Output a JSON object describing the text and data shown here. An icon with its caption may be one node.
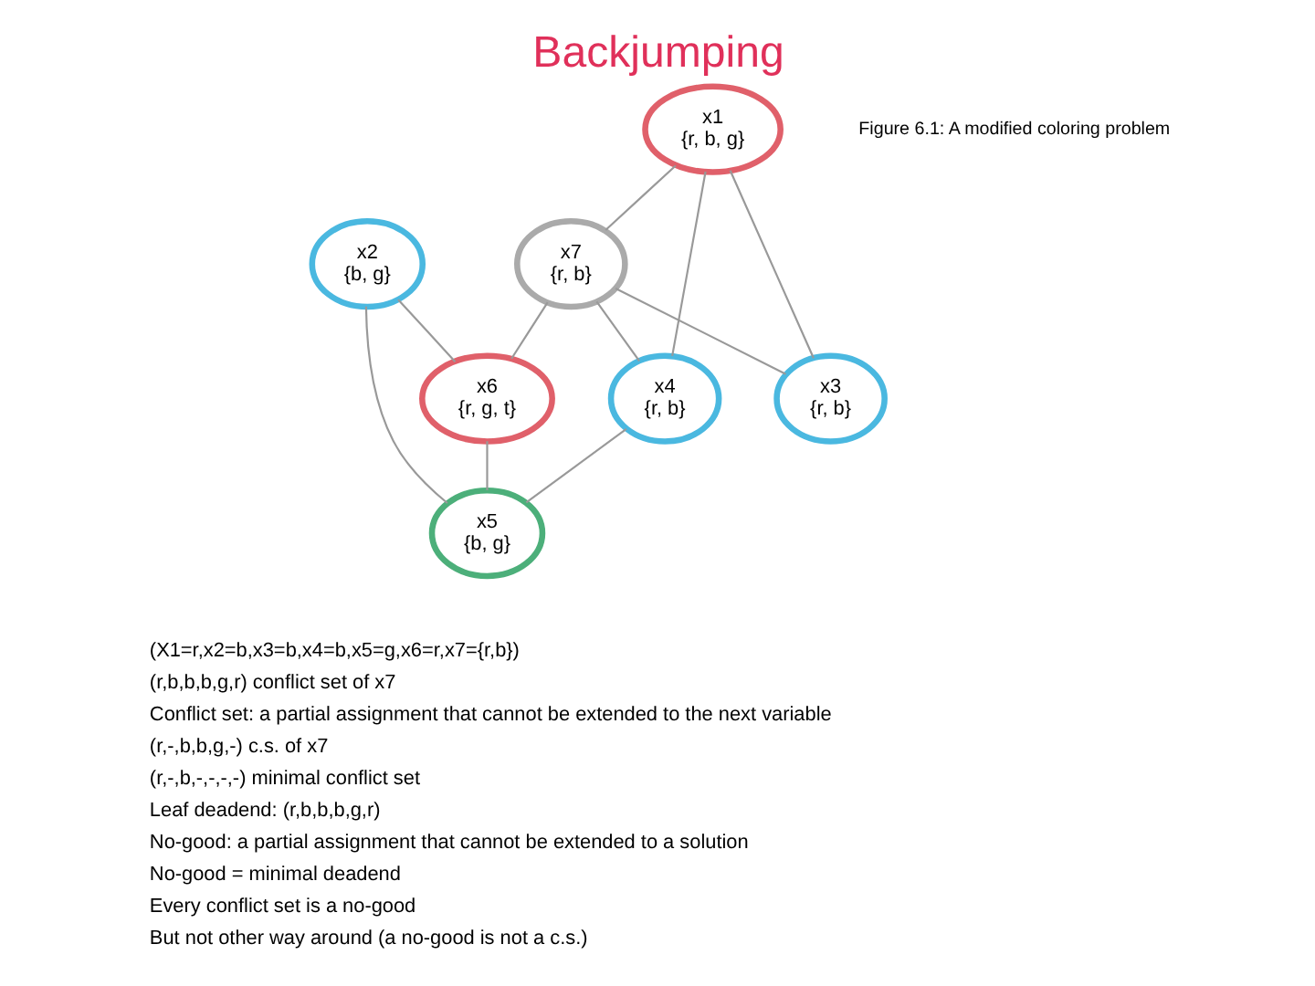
{
  "diagram": {
    "title": "Backjumping",
    "caption": "Figure 6.1: A modified coloring problem",
    "nodes": [
      {
        "text": [
          "x1",
          "{r, b, g}"
        ]
      },
      {
        "text": [
          "x7",
          "{r, b}"
        ]
      },
      {
        "text": [
          "x2",
          "{b, g}"
        ]
      },
      {
        "text": [
          "x6",
          "{r, g, t}"
        ]
      },
      {
        "text": [
          "x3",
          "{r, b}"
        ]
      },
      {
        "text": [
          "x4",
          "{r, b}"
        ]
      },
      {
        "text": [
          "x5",
          "{b, g}"
        ]
      }
    ],
    "edges": [
      {
        "from": 0,
        "to": 1,
        "arrow": "none"
      },
      {
        "from": 0,
        "to": 4,
        "arrow": "none"
      },
      {
        "from": 0,
        "to": 5,
        "arrow": "none"
      },
      {
        "from": 2,
        "to": 3,
        "arrow": "none"
      },
      {
        "from": 1,
        "to": 4,
        "arrow": "none"
      },
      {
        "from": 1,
        "to": 5,
        "arrow": "none"
      },
      {
        "from": 1,
        "to": 3,
        "arrow": "none"
      },
      {
        "from": 2,
        "to": 6,
        "arrow": "none"
      },
      {
        "from": 5,
        "to": 6,
        "arrow": "none"
      },
      {
        "from": 3,
        "to": 6,
        "arrow": "none"
      }
    ],
    "labels": [
      "(X1=r,x2=b,x3=b,x4=b,x5=g,x6=r,x7={r,b})",
      "(r,b,b,b,g,r) conflict set of x7",
      "Conflict set: a partial assignment that cannot be extended to the next variable",
      "(r,-,b,b,g,-) c.s. of x7",
      "(r,-,b,-,-,-,-) minimal conflict set",
      "Leaf deadend: (r,b,b,b,g,r)",
      "No-good: a partial assignment that cannot be extended to a solution",
      "No-good = minimal deadend",
      "Every conflict set is a no-good",
      "But not other way around (a no-good is not a c.s.)"
    ]
  }
}
